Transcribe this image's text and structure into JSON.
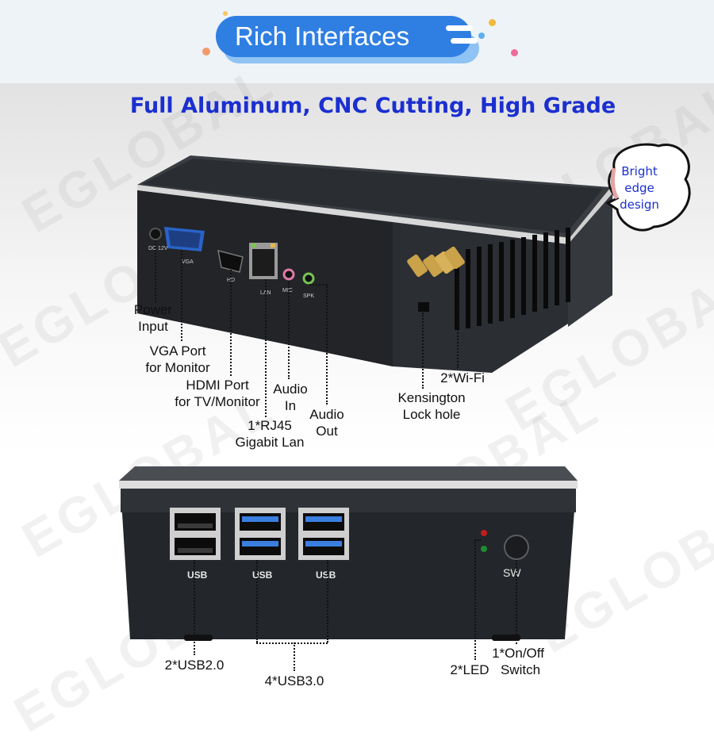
{
  "header": {
    "title": "Rich Interfaces",
    "bg_color": "#e8f0f7",
    "pill_color": "#2f7fe3"
  },
  "headline": {
    "text": "Full Aluminum, CNC Cutting, High Grade",
    "color": "#1b2fd0"
  },
  "watermark": "EGLOBAL",
  "callout": {
    "line1": "Bright",
    "line2": "edge",
    "line3": "design"
  },
  "back_panel": {
    "port_marks": {
      "dc": "DC 12V",
      "vga": "VGA",
      "hdmi": "HD",
      "lan": "LAN",
      "mic": "MIC",
      "spk": "SPK"
    },
    "labels": {
      "power": [
        "Power",
        "Input"
      ],
      "vga": [
        "VGA Port",
        "for Monitor"
      ],
      "hdmi": [
        "HDMI Port",
        "for TV/Monitor"
      ],
      "rj45": [
        "1*RJ45",
        "Gigabit Lan"
      ],
      "audio_in": [
        "Audio",
        "In"
      ],
      "audio_out": [
        "Audio",
        "Out"
      ],
      "kensington": [
        "Kensington",
        "Lock hole"
      ],
      "wifi": "2*Wi-Fi"
    }
  },
  "front_panel": {
    "usb_mark": "USB",
    "sw_mark": "SW",
    "labels": {
      "usb2": "2*USB2.0",
      "usb3": "4*USB3.0",
      "led": "2*LED",
      "switch_line1": "1*On/Off",
      "switch_line2": "Switch"
    }
  }
}
